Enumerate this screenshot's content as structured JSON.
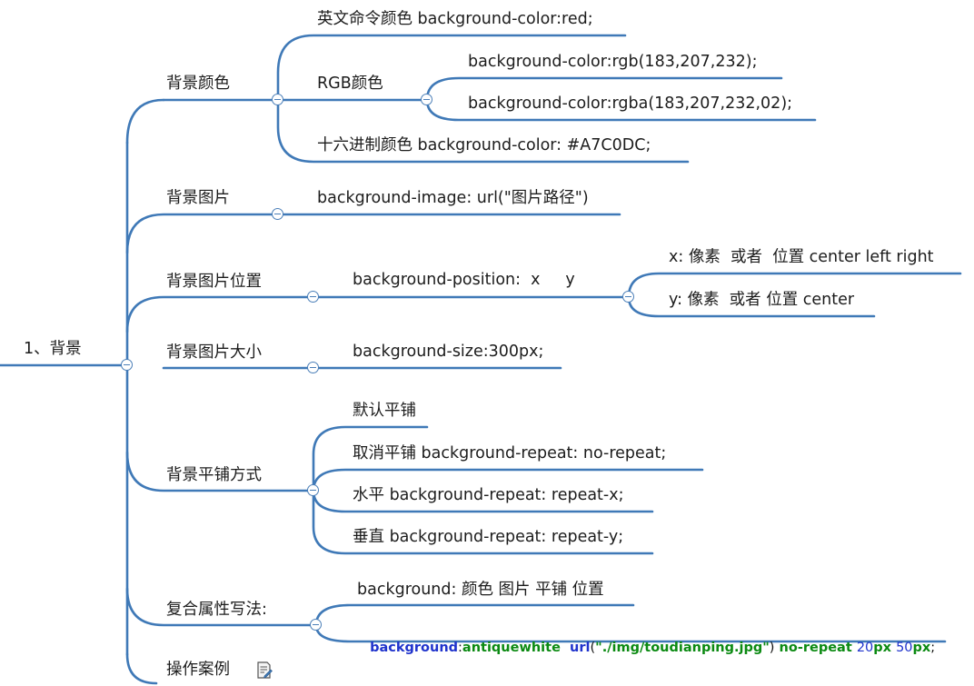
{
  "root": {
    "label": "1、背景"
  },
  "branches": [
    {
      "label": "背景颜色",
      "children": [
        {
          "label": "英文命令颜色 background-color:red;"
        },
        {
          "label": "RGB颜色",
          "children": [
            {
              "label": "background-color:rgb(183,207,232);"
            },
            {
              "label": "background-color:rgba(183,207,232,02);"
            }
          ]
        },
        {
          "label": "十六进制颜色 background-color: #A7C0DC;"
        }
      ]
    },
    {
      "label": "背景图片",
      "children": [
        {
          "label": "background-image: url(\"图片路径\")"
        }
      ]
    },
    {
      "label": "背景图片位置",
      "children": [
        {
          "label": "background-position:  x     y",
          "children": [
            {
              "label": "x: 像素  或者  位置 center left right"
            },
            {
              "label": "y: 像素  或者 位置 center"
            }
          ]
        }
      ]
    },
    {
      "label": "背景图片大小",
      "children": [
        {
          "label": "background-size:300px;"
        }
      ]
    },
    {
      "label": "背景平铺方式",
      "children": [
        {
          "label": "默认平铺"
        },
        {
          "label": "取消平铺 background-repeat: no-repeat;"
        },
        {
          "label": "水平 background-repeat: repeat-x;"
        },
        {
          "label": "垂直 background-repeat: repeat-y;"
        }
      ]
    },
    {
      "label": "复合属性写法:",
      "children": [
        {
          "label": "background: 颜色 图片 平铺 位置"
        },
        {
          "code": {
            "property": "background",
            "colon": ":",
            "color": "antiquewhite",
            "url_func": "url",
            "paren_open": "(",
            "url_string": "\"./img/toudianping.jpg\"",
            "paren_close": ")",
            "repeat": "no-repeat",
            "x_num": "20",
            "x_unit": "px",
            "y_num": "50",
            "y_unit": "px",
            "semicolon": ";"
          }
        }
      ]
    },
    {
      "label": "操作案例",
      "note_icon": "note-edit-icon"
    }
  ],
  "colors": {
    "line": "#3f79b7",
    "text": "#1c1c1c",
    "code_keyword": "#1f33cc",
    "code_value": "#0b8a12"
  }
}
